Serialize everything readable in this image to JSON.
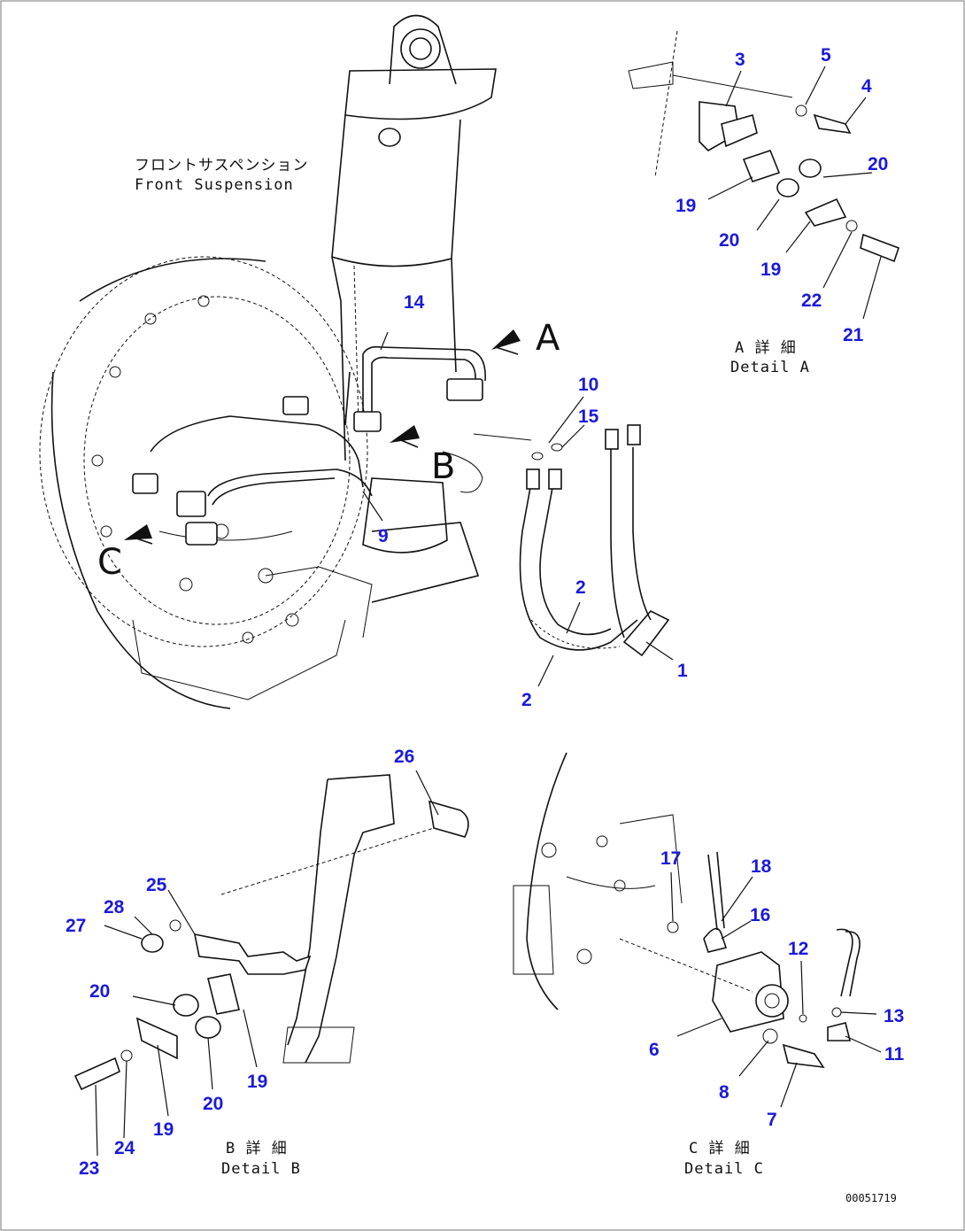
{
  "labels": {
    "front_suspension_jp": "フロントサスペンション",
    "front_suspension_en": "Front Suspension",
    "detail_a_jp": "A 詳 細",
    "detail_a_en": "Detail A",
    "detail_b_jp": "B 詳 細",
    "detail_b_en": "Detail B",
    "detail_c_jp": "C 詳 細",
    "detail_c_en": "Detail C",
    "view_a": "A",
    "view_b": "B",
    "view_c": "C",
    "drawing_code": "00051719"
  },
  "callouts": [
    {
      "id": "c1",
      "text": "1"
    },
    {
      "id": "c2a",
      "text": "2"
    },
    {
      "id": "c2b",
      "text": "2"
    },
    {
      "id": "c3",
      "text": "3"
    },
    {
      "id": "c4",
      "text": "4"
    },
    {
      "id": "c5",
      "text": "5"
    },
    {
      "id": "c6",
      "text": "6"
    },
    {
      "id": "c7",
      "text": "7"
    },
    {
      "id": "c8",
      "text": "8"
    },
    {
      "id": "c9",
      "text": "9"
    },
    {
      "id": "c10",
      "text": "10"
    },
    {
      "id": "c11",
      "text": "11"
    },
    {
      "id": "c12",
      "text": "12"
    },
    {
      "id": "c13",
      "text": "13"
    },
    {
      "id": "c14",
      "text": "14"
    },
    {
      "id": "c15",
      "text": "15"
    },
    {
      "id": "c16",
      "text": "16"
    },
    {
      "id": "c17",
      "text": "17"
    },
    {
      "id": "c18",
      "text": "18"
    },
    {
      "id": "c19a",
      "text": "19"
    },
    {
      "id": "c19b",
      "text": "19"
    },
    {
      "id": "c19c",
      "text": "19"
    },
    {
      "id": "c19d",
      "text": "19"
    },
    {
      "id": "c20a",
      "text": "20"
    },
    {
      "id": "c20b",
      "text": "20"
    },
    {
      "id": "c20c",
      "text": "20"
    },
    {
      "id": "c20d",
      "text": "20"
    },
    {
      "id": "c21",
      "text": "21"
    },
    {
      "id": "c22",
      "text": "22"
    },
    {
      "id": "c23",
      "text": "23"
    },
    {
      "id": "c24",
      "text": "24"
    },
    {
      "id": "c25",
      "text": "25"
    },
    {
      "id": "c26",
      "text": "26"
    },
    {
      "id": "c27",
      "text": "27"
    },
    {
      "id": "c28",
      "text": "28"
    }
  ]
}
